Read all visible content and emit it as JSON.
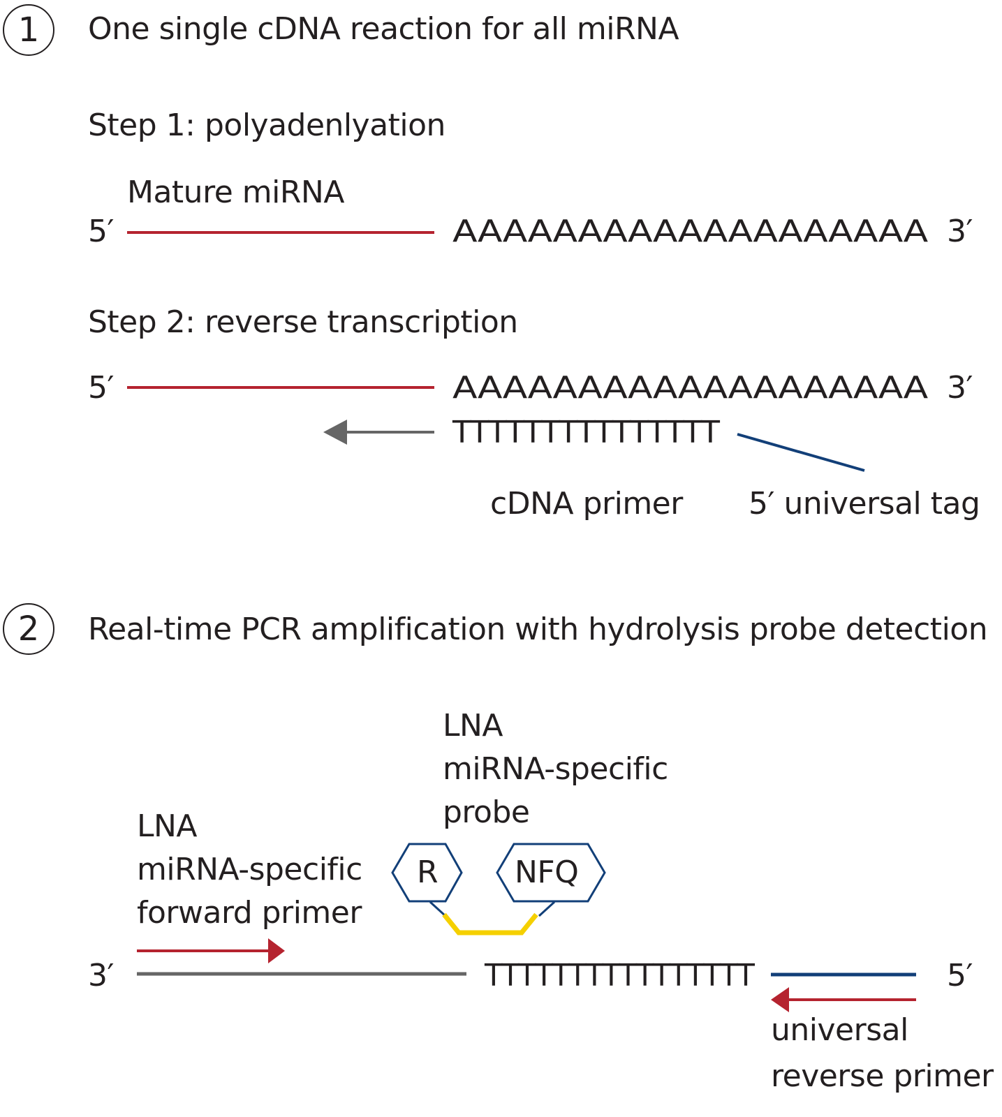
{
  "section1": {
    "number": "1",
    "title": "One single cDNA reaction for all miRNA",
    "step1": {
      "title": "Step 1: polyadenlyation",
      "strand_label": "Mature miRNA",
      "left_end": "5′",
      "poly_a": "AAAAAAAAAAAAAAAAAAA",
      "right_end": "3′"
    },
    "step2": {
      "title": "Step 2: reverse transcription",
      "left_end": "5′",
      "poly_a": "AAAAAAAAAAAAAAAAAAA",
      "right_end": "3′",
      "poly_t": "TTTTTTTTTTTTTTT",
      "cdna_primer_label": "cDNA primer",
      "universal_tag_label": "5′ universal tag"
    }
  },
  "section2": {
    "number": "2",
    "title": "Real-time PCR amplification with hydrolysis probe detection",
    "probe_label": [
      "LNA",
      "miRNA-specific",
      "probe"
    ],
    "forward_primer_label": [
      "LNA",
      "miRNA-specific",
      "forward primer"
    ],
    "reporter": "R",
    "quencher": "NFQ",
    "left_end": "3′",
    "poly_t": "TTTTTTTTTTTTTTTT",
    "right_end": "5′",
    "reverse_primer_label": [
      "universal",
      "reverse primer"
    ]
  },
  "colors": {
    "mirna_red": "#b5232f",
    "primer_gray": "#666666",
    "tag_blue": "#123f78",
    "linker_yellow": "#f5d000",
    "text": "#231f20"
  }
}
